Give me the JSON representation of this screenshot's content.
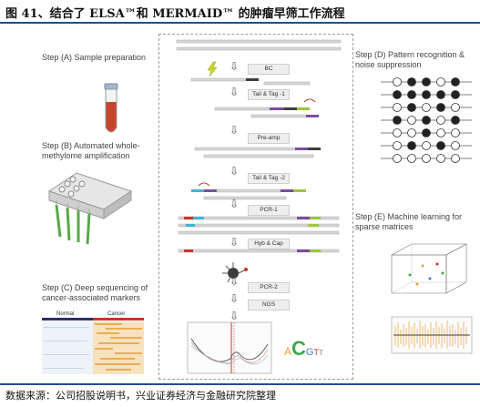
{
  "header": {
    "title": "图 41、结合了 ELSA™和 MERMAID™ 的肿瘤早筛工作流程"
  },
  "footer": {
    "source": "数据来源：公司招股说明书，兴业证券经济与金融研究院整理"
  },
  "steps": {
    "a": "Step (A) Sample preparation",
    "b": "Step (B) Automated  whole-methylome amplification",
    "c": "Step (C) Deep sequencing of cancer-associated markers",
    "d": "Step (D) Pattern recognition & noise suppression",
    "e": "Step (E) Machine learning for sparse matrices"
  },
  "workflow": {
    "bc": "BC",
    "tail_tag_1": "Tail & Tag -1",
    "pre_amp": "Pre-amp",
    "tail_tag_2": "Tail & Tag -2",
    "pcr_1": "PCR-1",
    "hyb_cap": "Hyb & Cap",
    "pcr_2": "PCR-2",
    "ngs": "NGS"
  },
  "heatmap": {
    "normal_label": "Normal",
    "cancer_label": "Cancer"
  },
  "sequence_letters": [
    "A",
    "C",
    "G",
    "T",
    "T"
  ],
  "colors": {
    "rule": "#1f4e96",
    "tube_fill": "#c8452c",
    "pipette_green": "#5aa84a",
    "tag_purple": "#7b4d9e",
    "tag_green": "#9ac63f",
    "tag_cyan": "#3fb6d1",
    "tag_red": "#c0392b",
    "lightning": "#c9d62b",
    "heat_normal": "#2d2d6e",
    "heat_cancer": "#e8a23a"
  },
  "icons": [
    "lightning-icon",
    "down-arrow-icon",
    "test-tube-icon",
    "pipette-robot-icon",
    "bead-icon"
  ]
}
